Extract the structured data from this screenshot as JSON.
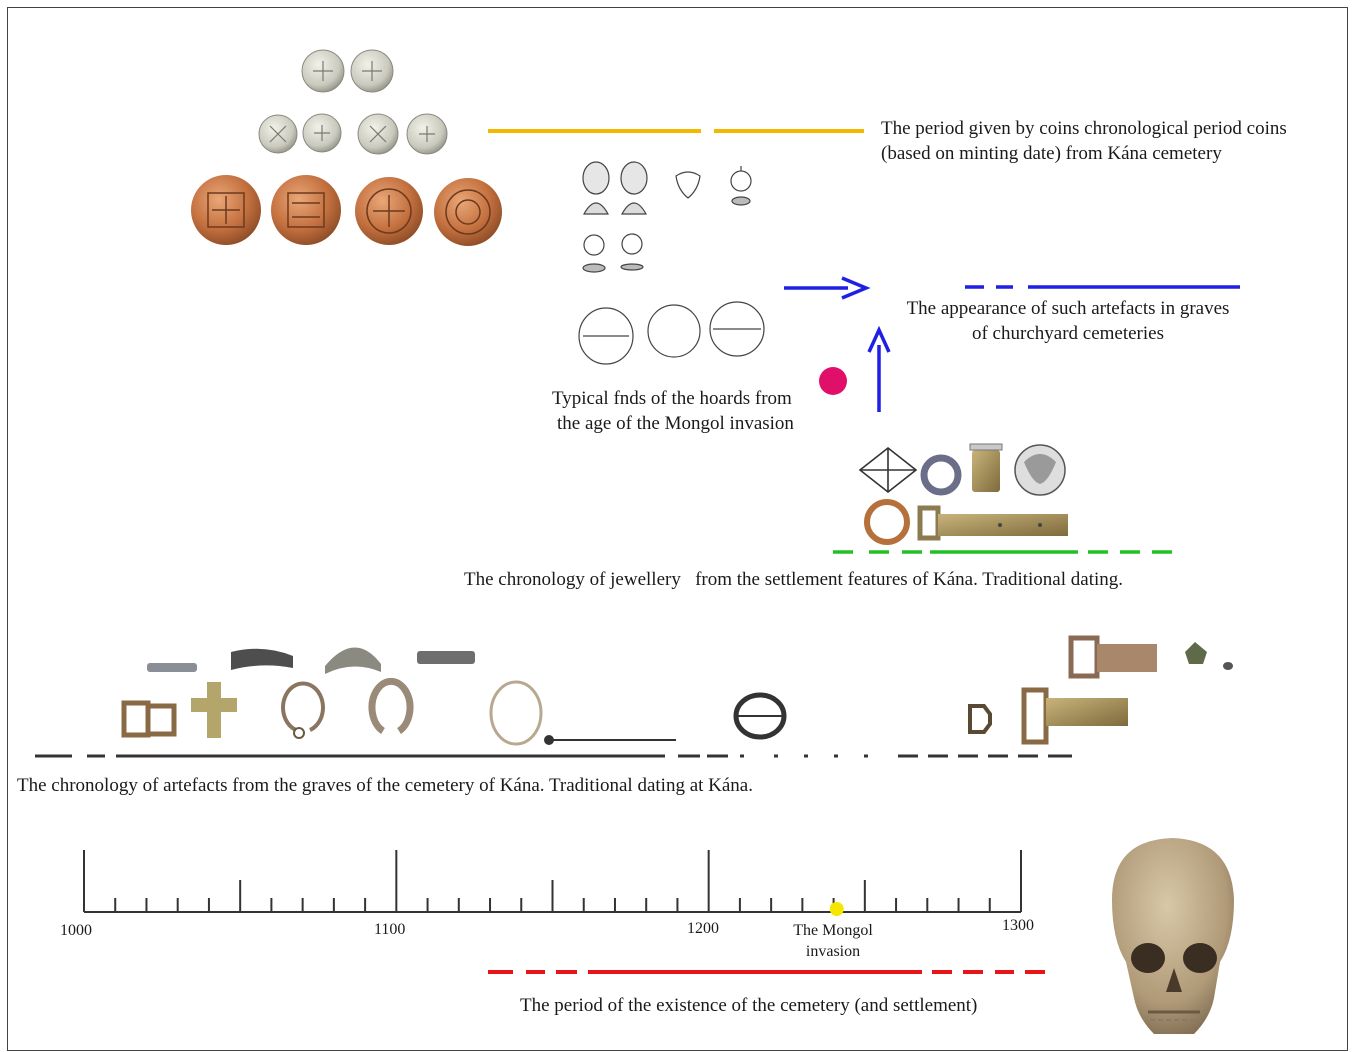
{
  "labels": {
    "coins_line1": "The period given by coins chronological period coins",
    "coins_line2": "(based on minting date) from Kána cemetery",
    "churchyard_line1": "The appearance of such artefacts in graves",
    "churchyard_line2": "of churchyard cemeteries",
    "hoards_line1": "Typical fnds of the hoards from",
    "hoards_line2": "the age of the Mongol invasion",
    "settlement": "The chronology of jewellery   from the settlement features of Kána. Traditional dating.",
    "graves": "The chronology of artefacts from the graves of the cemetery of Kána. Traditional dating at Kána.",
    "cemetery_period": "The period of the existence of the cemetery (and settlement)",
    "mongol_line1": "The Mongol",
    "mongol_line2": "invasion"
  },
  "timeline": {
    "ticks": [
      "1000",
      "1100",
      "1200",
      "1300"
    ],
    "start_year": 1000,
    "end_year": 1300,
    "event_year": 1241
  },
  "colors": {
    "coins_line": "#f5b800",
    "churchyard_line": "#1f1fe6",
    "settlement_line": "#22c022",
    "graves_line": "#333333",
    "cemetery_line": "#e8141a",
    "mongol_dot": "#f5e600",
    "hoard_marker": "#e0106a",
    "axis": "#333333"
  },
  "icons": [
    "silver-coin-icon",
    "copper-coin-icon",
    "ring-drawing-icon",
    "buckle-icon",
    "skull-icon",
    "cross-pendant-icon"
  ]
}
